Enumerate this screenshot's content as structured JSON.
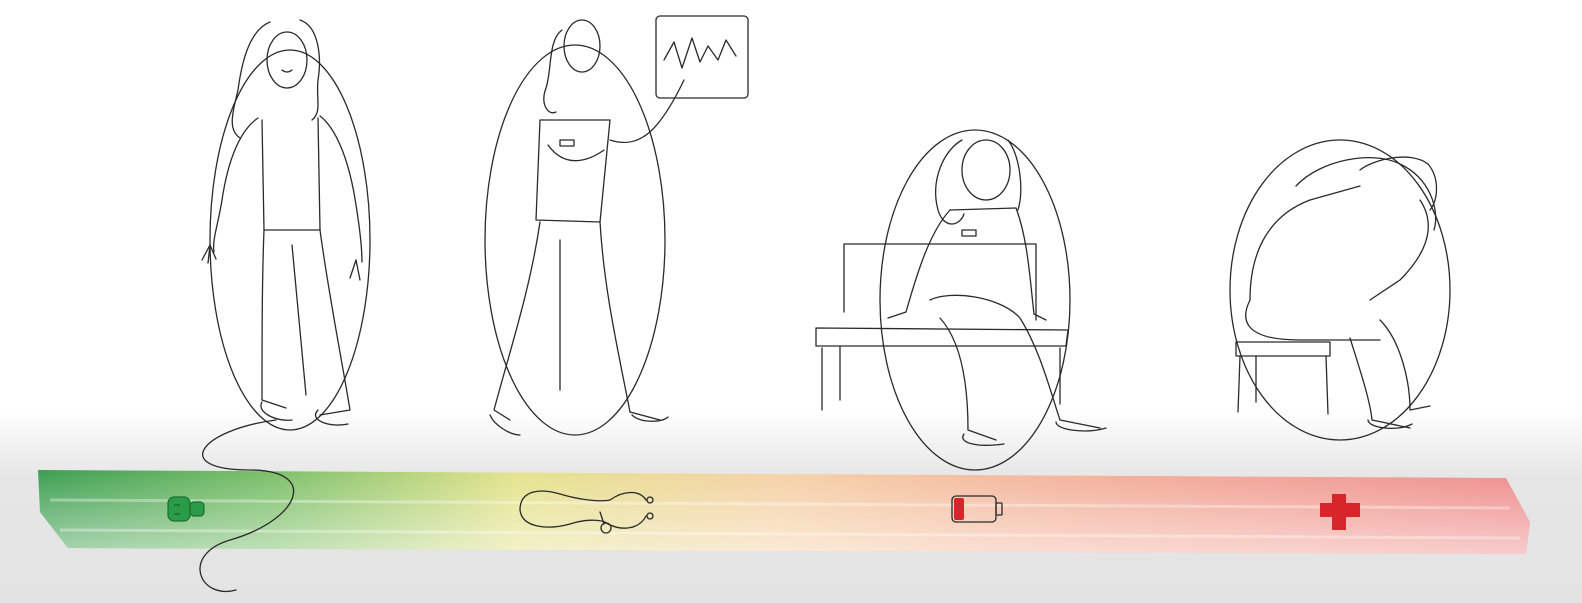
{
  "scene": {
    "stages": [
      {
        "id": "plugged-in",
        "icon": "plug-icon",
        "tint": "#7fbf7f"
      },
      {
        "id": "monitored",
        "icon": "stethoscope-icon",
        "tint": "#e8e08a"
      },
      {
        "id": "depleted",
        "icon": "battery-low-icon",
        "tint": "#f2b8b0"
      },
      {
        "id": "crisis",
        "icon": "medical-cross-icon",
        "tint": "#e87a7a"
      }
    ],
    "colors": {
      "bar_green": "#2e9a4a",
      "bar_yellow": "#e6e08a",
      "bar_orange": "#f4c9a0",
      "bar_red": "#ee8f8f",
      "icon_green": "#2a9c47",
      "icon_red": "#d8252c"
    }
  }
}
